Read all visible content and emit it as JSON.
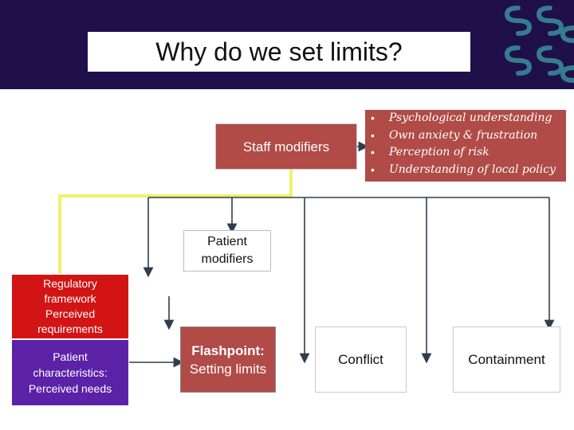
{
  "header": {
    "title": "Why do we set limits?",
    "background_color": "#1f0f4a"
  },
  "logo": {
    "icon": "s-pattern-logo-icon"
  },
  "staff_modifiers": {
    "label": "Staff modifiers"
  },
  "staff_factors": [
    "Psychological understanding",
    "Own anxiety & frustration",
    "Perception of risk",
    "Understanding of local policy"
  ],
  "patient_modifiers": {
    "label": "Patient modifiers"
  },
  "regulatory": {
    "title": "Regulatory framework",
    "subtitle": "Perceived requirements"
  },
  "patient_characteristics": {
    "title": "Patient characteristics:",
    "subtitle": "Perceived needs"
  },
  "flashpoint": {
    "title": "Flashpoint:",
    "subtitle": "Setting limits"
  },
  "conflict": {
    "label": "Conflict"
  },
  "containment": {
    "label": "Containment"
  },
  "colors": {
    "brick": "#b04b47",
    "regulatory_red": "#d21414",
    "purple": "#5b22a8",
    "connector_yellow": "#f2f06a",
    "arrow": "#2f3d4f"
  }
}
